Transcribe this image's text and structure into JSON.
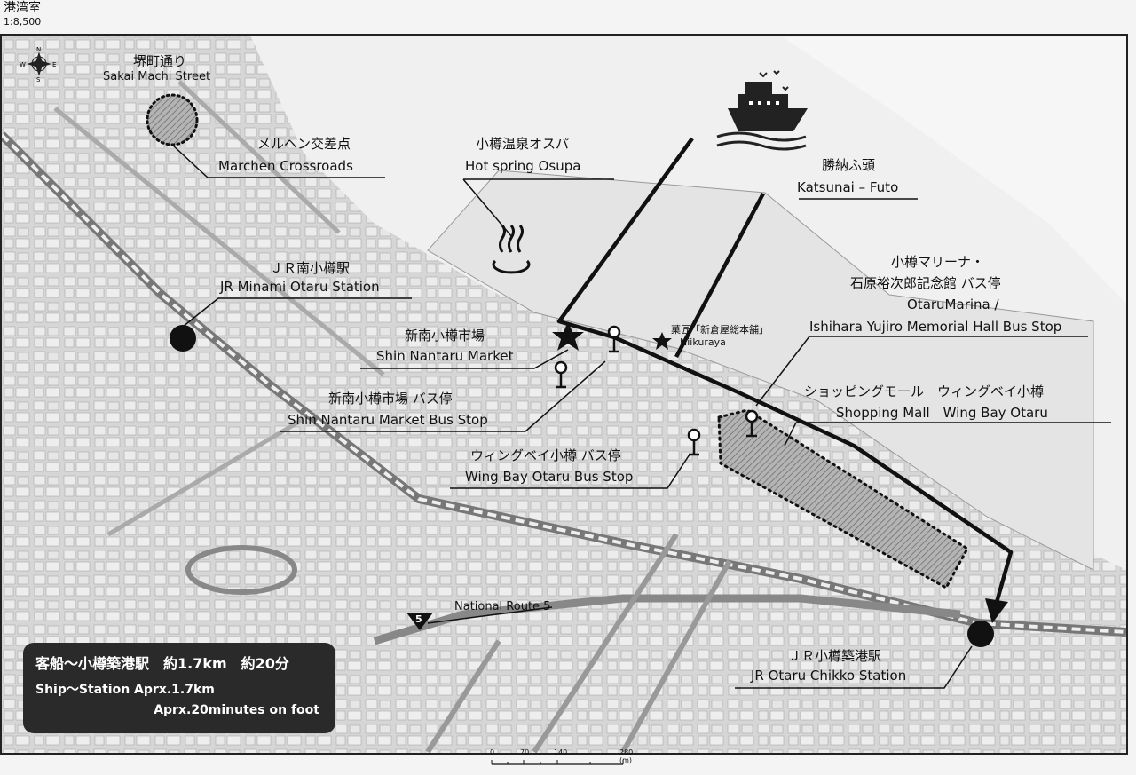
{
  "header": {
    "title": "港湾室",
    "scale": "1:8,500"
  },
  "compass": {
    "n": "N",
    "s": "S",
    "e": "E",
    "w": "W"
  },
  "labels": {
    "sakai_ja": "堺町通り",
    "sakai_en": "Sakai Machi Street",
    "marchen_ja": "メルヘン交差点",
    "marchen_en": "Marchen Crossroads",
    "osupa_ja": "小樽温泉オスパ",
    "osupa_en": "Hot spring Osupa",
    "katsunai_ja": "勝納ふ頭",
    "katsunai_en": "Katsunai – Futo",
    "minami_ja": "ＪＲ南小樽駅",
    "minami_en": "JR Minami Otaru Station",
    "marina_ja1": "小樽マリーナ・",
    "marina_ja2": "石原裕次郎記念館 バス停",
    "marina_en1": "OtaruMarina /",
    "marina_en2": "Ishihara Yujiro Memorial Hall Bus Stop",
    "shinnantaru_ja": "新南小樽市場",
    "shinnantaru_en": "Shin Nantaru Market",
    "niikura_ja": "菓匠「新倉屋総本舗」",
    "niikura_en": "Niikuraya",
    "shinbus_ja": "新南小樽市場 バス停",
    "shinbus_en": "Shin Nantaru Market Bus Stop",
    "wingbay_ja": "ショッピングモール　ウィングベイ小樽",
    "wingbay_en": "Shopping Mall　Wing Bay Otaru",
    "wingbus_ja": "ウィングベイ小樽 バス停",
    "wingbus_en": "Wing Bay Otaru Bus Stop",
    "route5": "National Route 5",
    "route5_num": "5",
    "chikko_ja": "ＪＲ小樽築港駅",
    "chikko_en": "JR Otaru Chikko Station"
  },
  "info": {
    "line1": "客船～小樽築港駅　約1.7km　約20分",
    "line2": "Ship～Station Aprx.1.7km",
    "line3": "Aprx.20minutes on foot"
  },
  "scalebar": {
    "t0": "0",
    "t1": "70",
    "t2": "140",
    "t3": "280 (m)"
  },
  "colors": {
    "map_bg": "#dcdcdc",
    "route": "#111111",
    "mall_fill": "#9a9a9a",
    "info_bg": "#2a2a2a"
  },
  "icons": [
    "compass-icon",
    "ship-icon",
    "hot-spring-icon",
    "station-icon",
    "bus-stop-icon",
    "star-icon",
    "route-shield-icon"
  ]
}
